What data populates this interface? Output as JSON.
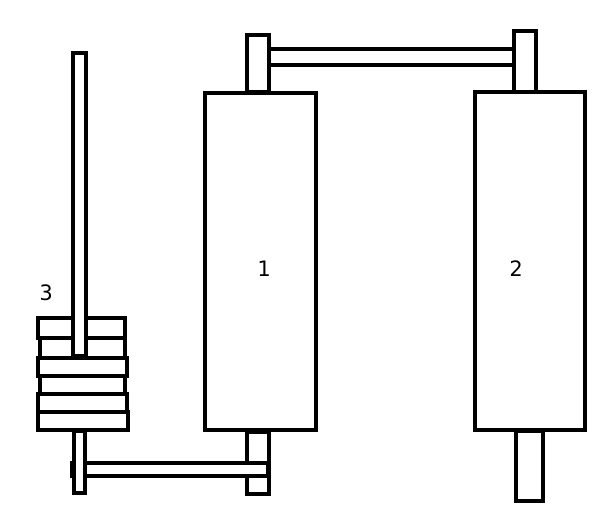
{
  "labels": {
    "roller_1": "1",
    "roller_2": "2",
    "stack_3": "3"
  },
  "colors": {
    "background": "#ffffff",
    "stroke": "#000000"
  }
}
